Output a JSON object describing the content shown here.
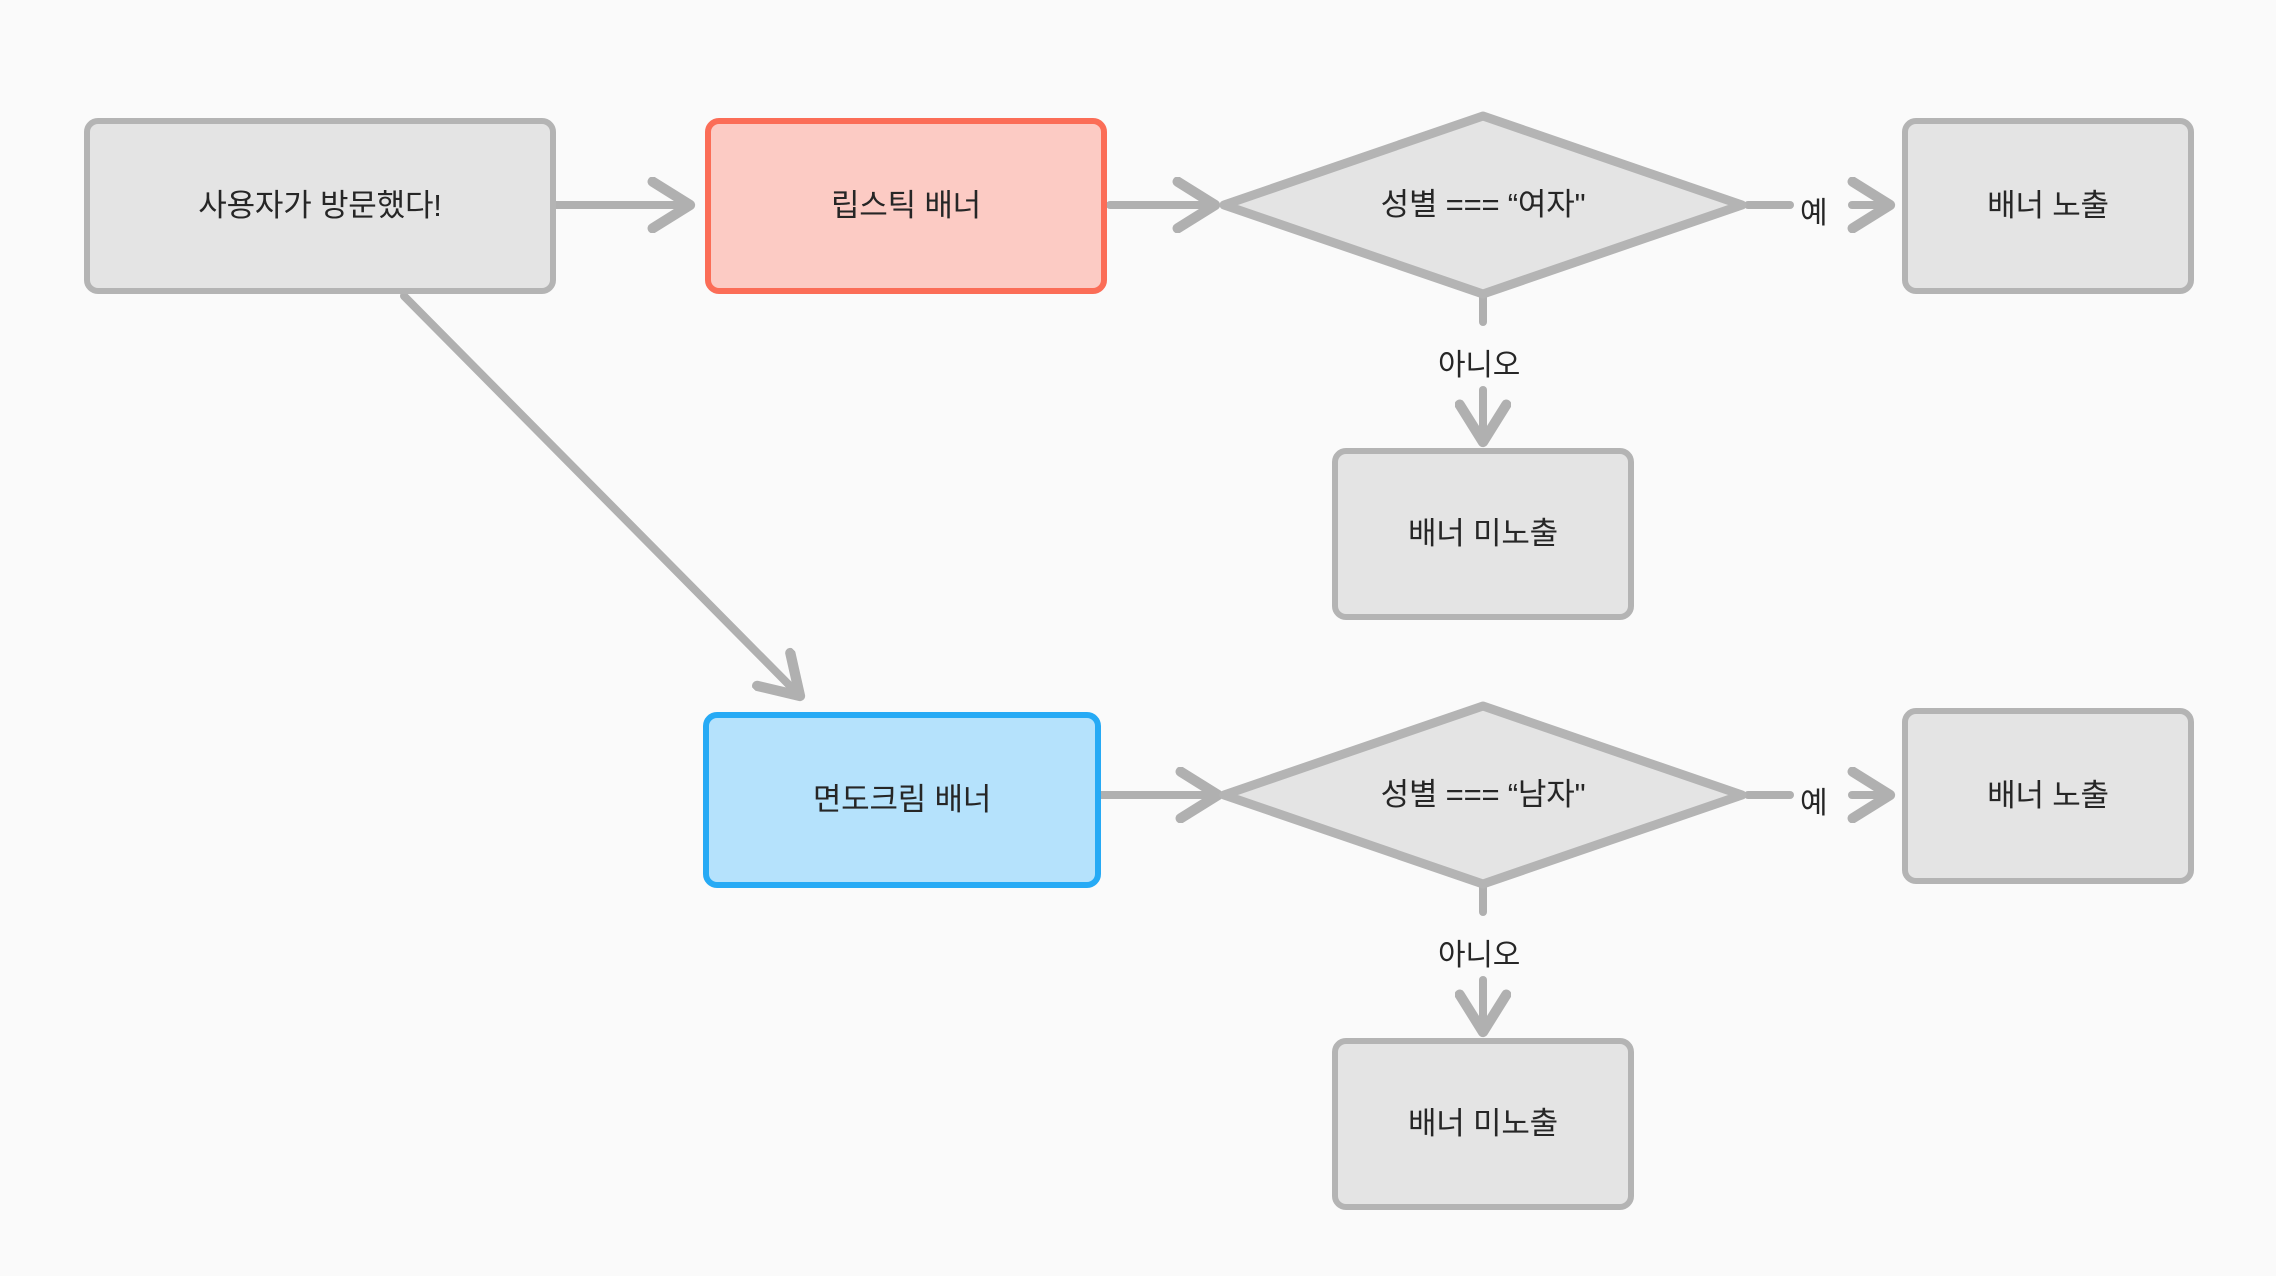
{
  "diagram": {
    "type": "flowchart",
    "direction": "left-to-right",
    "background_color": "#fafafa",
    "title": "",
    "nodes": [
      {
        "id": "visit",
        "label": "사용자가 방문했다!",
        "shape": "rounded-rect",
        "fill": "#e4e4e4",
        "stroke": "#b4b4b4"
      },
      {
        "id": "lipstick-banner",
        "label": "립스틱 배너",
        "shape": "rounded-rect",
        "fill": "#fccbc4",
        "stroke": "#fb6d57"
      },
      {
        "id": "decision-female",
        "label": "성별 === “여자\"",
        "shape": "diamond",
        "fill": "#e4e4e4",
        "stroke": "#b4b4b4"
      },
      {
        "id": "show-banner-female",
        "label": "배너 노출",
        "shape": "rounded-rect",
        "fill": "#e4e4e4",
        "stroke": "#b4b4b4"
      },
      {
        "id": "hide-banner-female",
        "label": "배너 미노출",
        "shape": "rounded-rect",
        "fill": "#e4e4e4",
        "stroke": "#b4b4b4"
      },
      {
        "id": "shavingcream-banner",
        "label": "면도크림 배너",
        "shape": "rounded-rect",
        "fill": "#b5e2fc",
        "stroke": "#26aaf5"
      },
      {
        "id": "decision-male",
        "label": "성별 === “남자\"",
        "shape": "diamond",
        "fill": "#e4e4e4",
        "stroke": "#b4b4b4"
      },
      {
        "id": "show-banner-male",
        "label": "배너 노출",
        "shape": "rounded-rect",
        "fill": "#e4e4e4",
        "stroke": "#b4b4b4"
      },
      {
        "id": "hide-banner-male",
        "label": "배너 미노출",
        "shape": "rounded-rect",
        "fill": "#e4e4e4",
        "stroke": "#b4b4b4"
      }
    ],
    "edges": [
      {
        "from": "visit",
        "to": "lipstick-banner",
        "label": ""
      },
      {
        "from": "visit",
        "to": "shavingcream-banner",
        "label": ""
      },
      {
        "from": "lipstick-banner",
        "to": "decision-female",
        "label": ""
      },
      {
        "from": "decision-female",
        "to": "show-banner-female",
        "label": "예"
      },
      {
        "from": "decision-female",
        "to": "hide-banner-female",
        "label": "아니오"
      },
      {
        "from": "shavingcream-banner",
        "to": "decision-male",
        "label": ""
      },
      {
        "from": "decision-male",
        "to": "show-banner-male",
        "label": "예"
      },
      {
        "from": "decision-male",
        "to": "hide-banner-male",
        "label": "아니오"
      }
    ],
    "edge_labels": {
      "yes_top": "예",
      "no_top": "아니오",
      "yes_bottom": "예",
      "no_bottom": "아니오"
    },
    "colors": {
      "edge_stroke": "#b0b0b0",
      "text": "#262626",
      "gray_fill": "#e4e4e4",
      "gray_stroke": "#b4b4b4",
      "pink_fill": "#fccbc4",
      "pink_stroke": "#fb6d57",
      "blue_fill": "#b5e2fc",
      "blue_stroke": "#26aaf5"
    }
  }
}
